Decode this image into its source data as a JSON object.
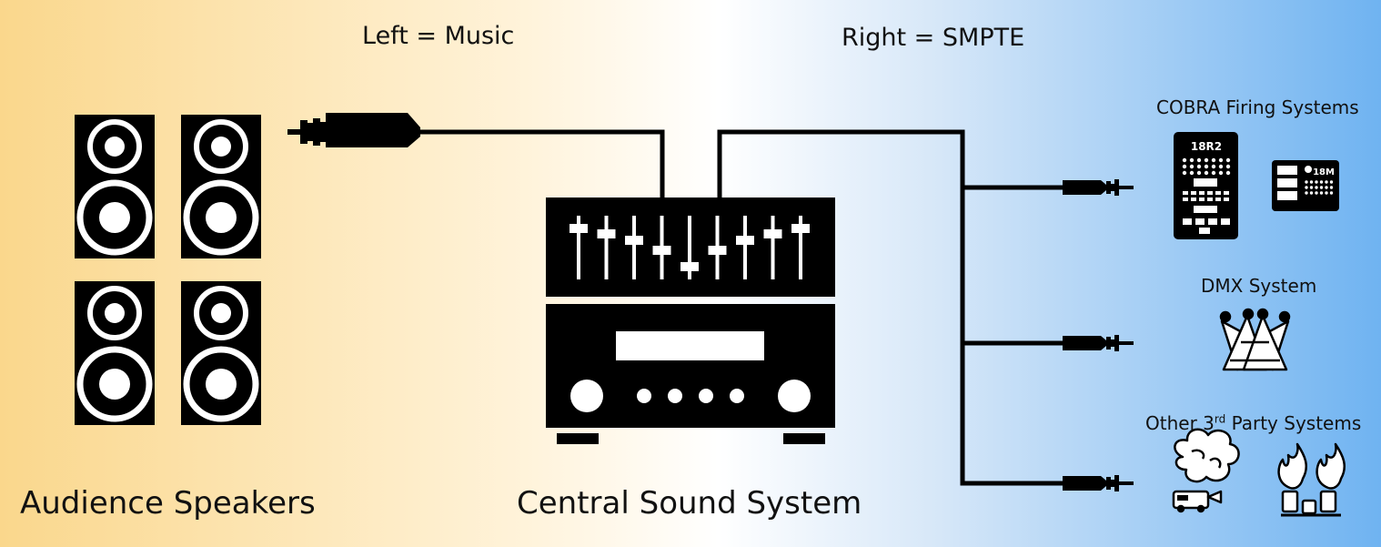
{
  "labels": {
    "left_channel": "Left = Music",
    "right_channel": "Right = SMPTE",
    "speakers": "Audience Speakers",
    "sound_system": "Central Sound System",
    "cobra": "COBRA Firing Systems",
    "dmx": "DMX System",
    "other_prefix": "Other 3",
    "other_sup": "rd",
    "other_suffix": " Party Systems"
  },
  "devices": {
    "cobra_18r2": "18R2",
    "cobra_18m": "18M"
  },
  "icons": {
    "speakers": "speaker-cabinet-icon",
    "connector": "rca-plug-icon",
    "mixer": "mixer-faders-icon",
    "amplifier": "amplifier-icon",
    "cobra_18r2": "cobra-18r2-icon",
    "cobra_18m": "cobra-18m-icon",
    "dmx": "dmx-lights-icon",
    "smoke": "smoke-machine-icon",
    "flame": "flame-effect-icon"
  }
}
